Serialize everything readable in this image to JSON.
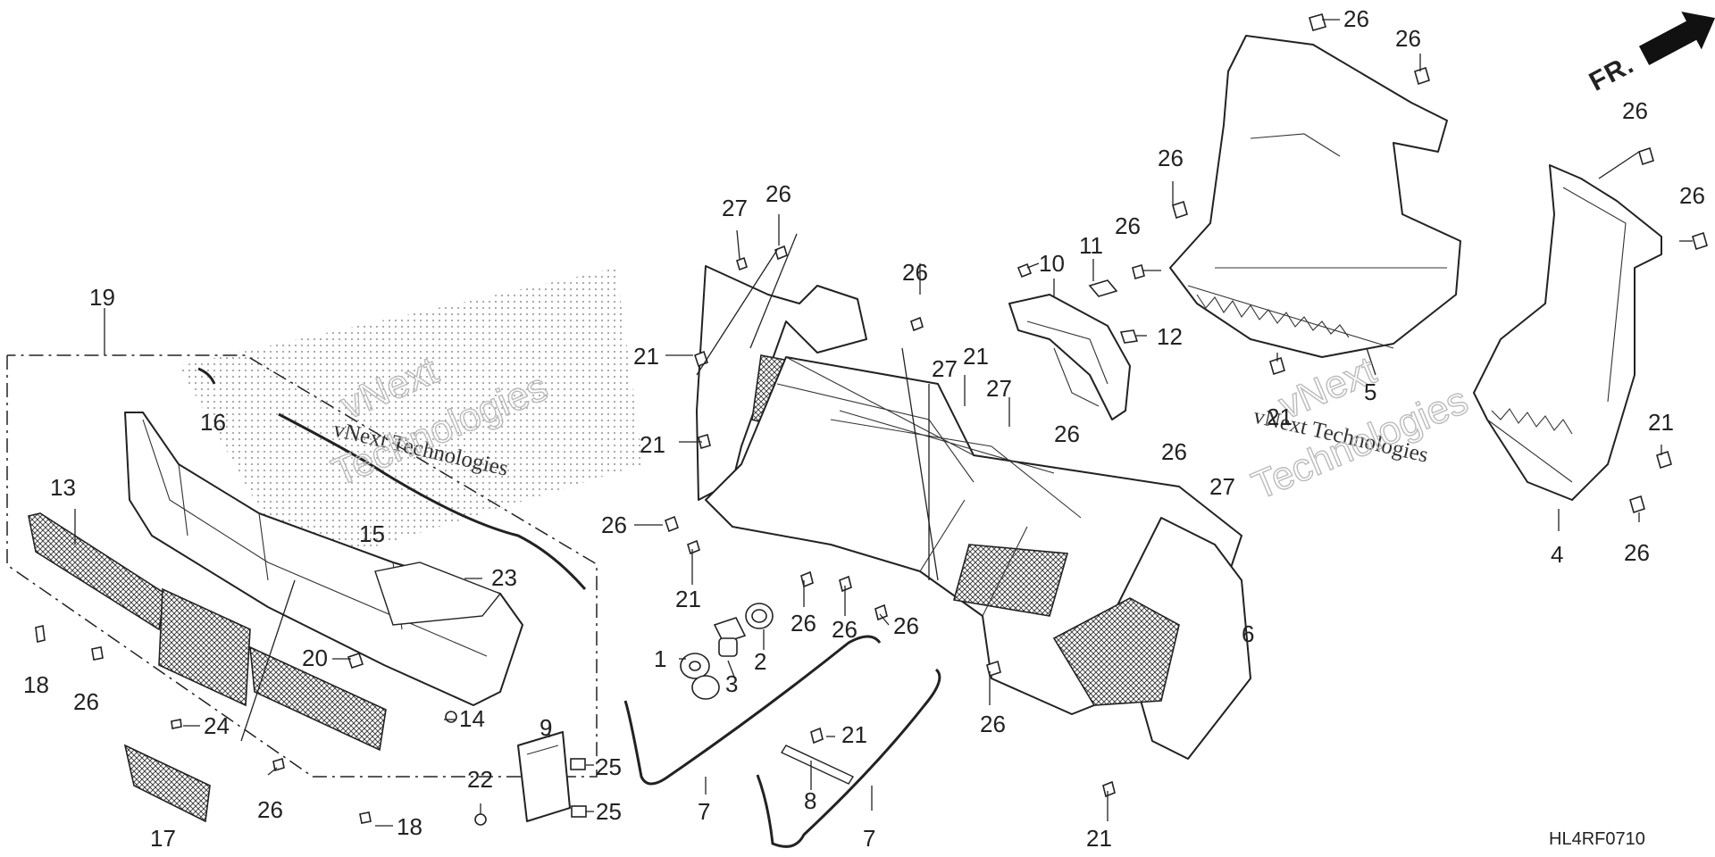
{
  "diagram_code": "HL4RF0710",
  "front_indicator": "FR.",
  "watermarks": {
    "main": "vNext Technologies",
    "brand": "vNext",
    "sub": "Technologies"
  },
  "callouts": [
    {
      "id": "c19",
      "text": "19"
    },
    {
      "id": "c16",
      "text": "16"
    },
    {
      "id": "c15",
      "text": "15"
    },
    {
      "id": "c13",
      "text": "13"
    },
    {
      "id": "c23",
      "text": "23"
    },
    {
      "id": "c20",
      "text": "20"
    },
    {
      "id": "c14",
      "text": "14"
    },
    {
      "id": "c24",
      "text": "24"
    },
    {
      "id": "c18a",
      "text": "18"
    },
    {
      "id": "c26a",
      "text": "26"
    },
    {
      "id": "c26b",
      "text": "26"
    },
    {
      "id": "c17",
      "text": "17"
    },
    {
      "id": "c18b",
      "text": "18"
    },
    {
      "id": "c27a",
      "text": "27"
    },
    {
      "id": "c26c",
      "text": "26"
    },
    {
      "id": "c21a",
      "text": "21"
    },
    {
      "id": "c21b",
      "text": "21"
    },
    {
      "id": "c26d",
      "text": "26"
    },
    {
      "id": "c21c",
      "text": "21"
    },
    {
      "id": "c1",
      "text": "1"
    },
    {
      "id": "c3",
      "text": "3"
    },
    {
      "id": "c2",
      "text": "2"
    },
    {
      "id": "c26e",
      "text": "26"
    },
    {
      "id": "c26f",
      "text": "26"
    },
    {
      "id": "c26g",
      "text": "26"
    },
    {
      "id": "c26h",
      "text": "26"
    },
    {
      "id": "c27b",
      "text": "27"
    },
    {
      "id": "c27c",
      "text": "27"
    },
    {
      "id": "c21d",
      "text": "21"
    },
    {
      "id": "c10",
      "text": "10"
    },
    {
      "id": "c11",
      "text": "11"
    },
    {
      "id": "c12",
      "text": "12"
    },
    {
      "id": "c26i",
      "text": "26"
    },
    {
      "id": "c26j",
      "text": "26"
    },
    {
      "id": "c26k",
      "text": "26"
    },
    {
      "id": "c26l",
      "text": "26"
    },
    {
      "id": "c27d",
      "text": "27"
    },
    {
      "id": "c6",
      "text": "6"
    },
    {
      "id": "c26m",
      "text": "26"
    },
    {
      "id": "c9",
      "text": "9"
    },
    {
      "id": "c25a",
      "text": "25"
    },
    {
      "id": "c25b",
      "text": "25"
    },
    {
      "id": "c22",
      "text": "22"
    },
    {
      "id": "c7a",
      "text": "7"
    },
    {
      "id": "c8",
      "text": "8"
    },
    {
      "id": "c21e",
      "text": "21"
    },
    {
      "id": "c7b",
      "text": "7"
    },
    {
      "id": "c21f",
      "text": "21"
    },
    {
      "id": "c26n",
      "text": "26"
    },
    {
      "id": "c26o",
      "text": "26"
    },
    {
      "id": "c21g",
      "text": "21"
    },
    {
      "id": "c5",
      "text": "5"
    },
    {
      "id": "c26p",
      "text": "26"
    },
    {
      "id": "c26q",
      "text": "26"
    },
    {
      "id": "c21h",
      "text": "21"
    },
    {
      "id": "c4",
      "text": "4"
    },
    {
      "id": "c26r",
      "text": "26"
    }
  ]
}
